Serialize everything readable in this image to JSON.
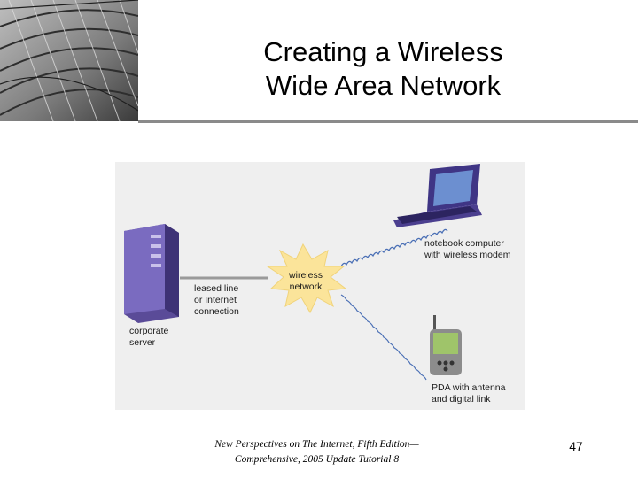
{
  "slide": {
    "title_line1": "Creating a Wireless",
    "title_line2": "Wide Area Network",
    "footer_line1": "New Perspectives on The Internet, Fifth Edition—",
    "footer_line2": "Comprehensive, 2005 Update Tutorial 8",
    "page_number": "47"
  },
  "figure": {
    "server_label_1": "corporate",
    "server_label_2": "server",
    "link_label_1": "leased line",
    "link_label_2": "or Internet",
    "link_label_3": "connection",
    "hub_label_1": "wireless",
    "hub_label_2": "network",
    "notebook_label_1": "notebook computer",
    "notebook_label_2": "with wireless modem",
    "pda_label_1": "PDA with antenna",
    "pda_label_2": "and digital link"
  },
  "colors": {
    "server": "#6a5aa8",
    "laptop": "#4b3f8f",
    "burst": "#fbe49a",
    "wave": "#4a6fb5",
    "pda_screen": "#9fc46a"
  }
}
